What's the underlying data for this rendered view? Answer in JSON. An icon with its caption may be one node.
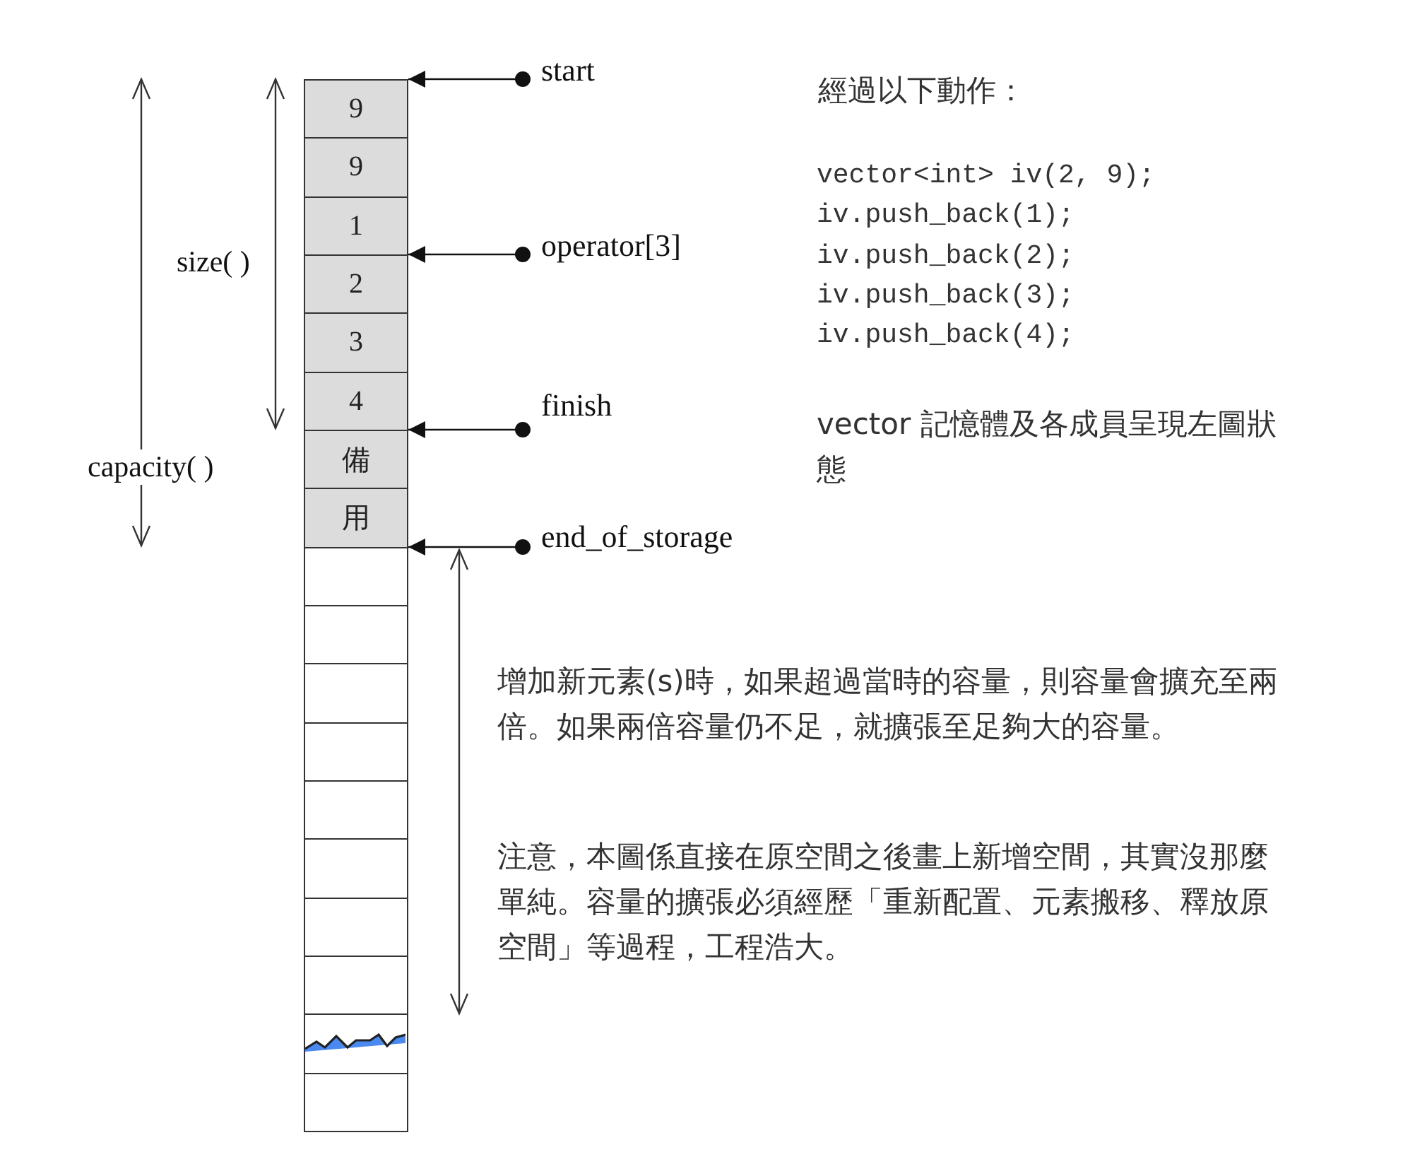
{
  "diagram": {
    "nodes": [
      {
        "text": [
          "9"
        ]
      },
      {
        "text": [
          "9"
        ]
      },
      {
        "text": [
          "1"
        ]
      },
      {
        "text": [
          "2"
        ]
      },
      {
        "text": [
          "3"
        ]
      },
      {
        "text": [
          "4"
        ]
      },
      {
        "text": [
          "備"
        ]
      },
      {
        "text": [
          "用"
        ]
      },
      {
        "text": [],
        "shape": "box"
      },
      {
        "text": [],
        "shape": "box"
      },
      {
        "text": [],
        "shape": "box"
      },
      {
        "text": [],
        "shape": "box"
      },
      {
        "text": [],
        "shape": "box"
      },
      {
        "text": [],
        "shape": "box"
      },
      {
        "text": [],
        "shape": "box"
      },
      {
        "text": [],
        "shape": "box"
      },
      {
        "text": [],
        "shape": "box"
      },
      {
        "text": [],
        "shape": "box"
      },
      {
        "text": [
          "start"
        ]
      },
      {
        "text": [
          "operator[3]"
        ]
      },
      {
        "text": [
          "finish"
        ]
      },
      {
        "text": [
          "end_of_storage"
        ]
      }
    ],
    "edges": [
      {
        "from": 18,
        "to": 0,
        "arrow": "to"
      },
      {
        "from": 19,
        "to": 3,
        "arrow": "to"
      },
      {
        "from": 20,
        "to": 6,
        "arrow": "to"
      },
      {
        "from": 21,
        "to": 8,
        "arrow": "to"
      }
    ],
    "labels": [
      "size( )",
      "capacity( )",
      "經過以下動作：",
      "vector<int> iv(2, 9);",
      "iv.push_back(1);",
      "iv.push_back(2);",
      "iv.push_back(3);",
      "iv.push_back(4);",
      "vector 記憶體及各成員呈現左圖狀態",
      "增加新元素(s)時，如果超過當時的容量，則容量會擴充至兩倍。如果兩倍容量仍不足，就擴張至足夠大的容量。",
      "注意，本圖係直接在原空間之後畫上新增空間，其實沒那麼單純。容量的擴張必須經歷「重新配置、元素搬移、釋放原空間」等過程，工程浩大。"
    ]
  }
}
